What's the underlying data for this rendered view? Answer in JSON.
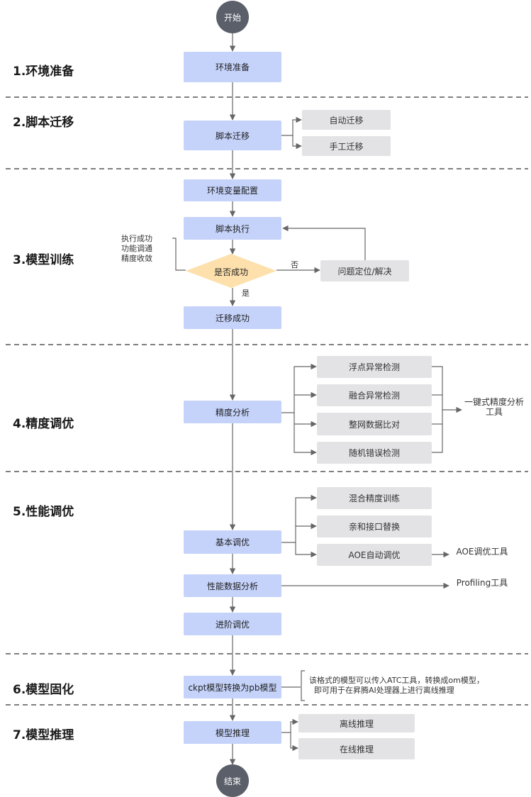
{
  "nodes": {
    "start": "开始",
    "end": "结束",
    "env_prep": "环境准备",
    "script_migrate": "脚本迁移",
    "env_var_config": "环境变量配置",
    "script_exec": "脚本执行",
    "is_success": "是否成功",
    "migrate_success": "迁移成功",
    "precision_analysis": "精度分析",
    "basic_tuning": "基本调优",
    "perf_data_analysis": "性能数据分析",
    "advanced_tuning": "进阶调优",
    "ckpt_convert": "ckpt模型转换为pb模型",
    "model_inference": "模型推理"
  },
  "side_boxes": {
    "auto_migrate": "自动迁移",
    "manual_migrate": "手工迁移",
    "problem_locate": "问题定位/解决",
    "float_anomaly": "浮点异常检测",
    "fusion_anomaly": "融合异常检测",
    "network_compare": "整网数据比对",
    "random_error": "随机错误检测",
    "mixed_precision": "混合精度训练",
    "affinity_replace": "亲和接口替换",
    "aoe_auto_tune": "AOE自动调优",
    "offline_infer": "离线推理",
    "online_infer": "在线推理"
  },
  "tools": {
    "one_click_line1": "一键式精度分析",
    "one_click_line2": "工具",
    "aoe_tool": "AOE调优工具",
    "profiling_tool": "Profiling工具"
  },
  "stages": [
    "1.环境准备",
    "2.脚本迁移",
    "3.模型训练",
    "4.精度调优",
    "5.性能调优",
    "6.模型固化",
    "7.模型推理"
  ],
  "labels": {
    "no": "否",
    "yes": "是"
  },
  "notes": {
    "train_goal_1": "执行成功",
    "train_goal_2": "功能调通",
    "train_goal_3": "精度收敛",
    "convert_note_1": "该格式的模型可以传入ATC工具，转换成om模型，",
    "convert_note_2": "即可用于在昇腾AI处理器上进行离线推理"
  },
  "colors": {
    "process_fill": "#c5d3fb",
    "side_fill": "#e3e3e6",
    "terminal_fill": "#5b5f69",
    "decision_fill": "#fde0ab",
    "tool_fill": "#b2eedd",
    "separator": "#555555",
    "arrow": "#666666"
  }
}
